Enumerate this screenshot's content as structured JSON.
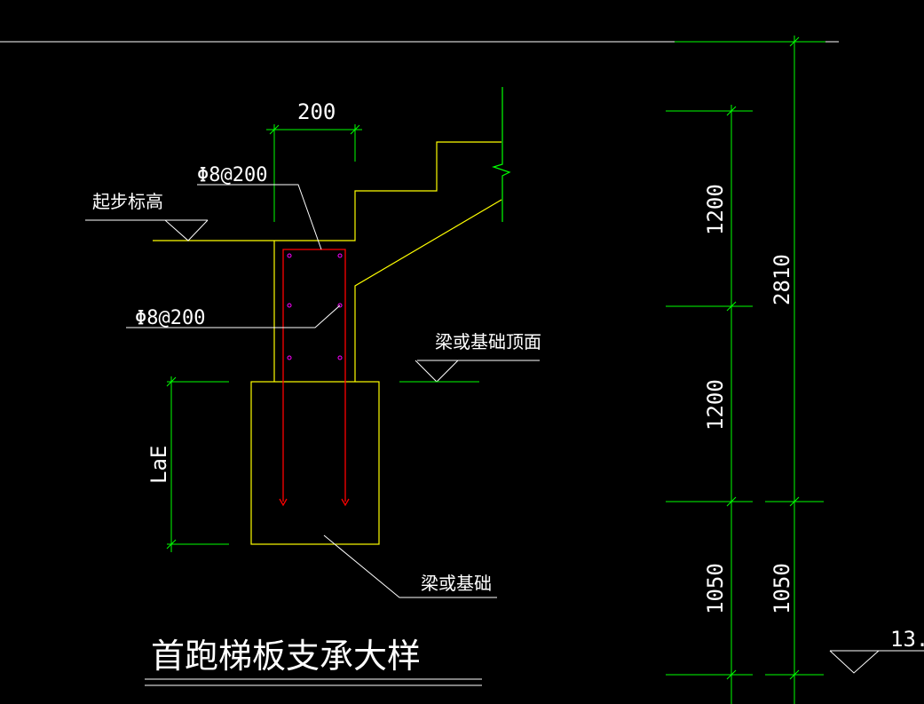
{
  "title": "首跑梯板支承大样",
  "labels": {
    "start_elevation": "起步标高",
    "rebar_top": "Φ8@200",
    "rebar_side": "Φ8@200",
    "beam_top": "梁或基础顶面",
    "beam": "梁或基础",
    "anchorage": "LaE",
    "width_dim": "200",
    "elevation_value": "13."
  },
  "dimensions": {
    "inner_upper": "1200",
    "inner_middle": "1200",
    "inner_lower": "1050",
    "outer_total": "2810",
    "outer_lower": "1050"
  },
  "colors": {
    "background": "#000000",
    "outline": "#ffff00",
    "dimension": "#00ff00",
    "rebar": "#ff0000",
    "rebar_dots": "#ff00ff",
    "text": "#ffffff"
  }
}
